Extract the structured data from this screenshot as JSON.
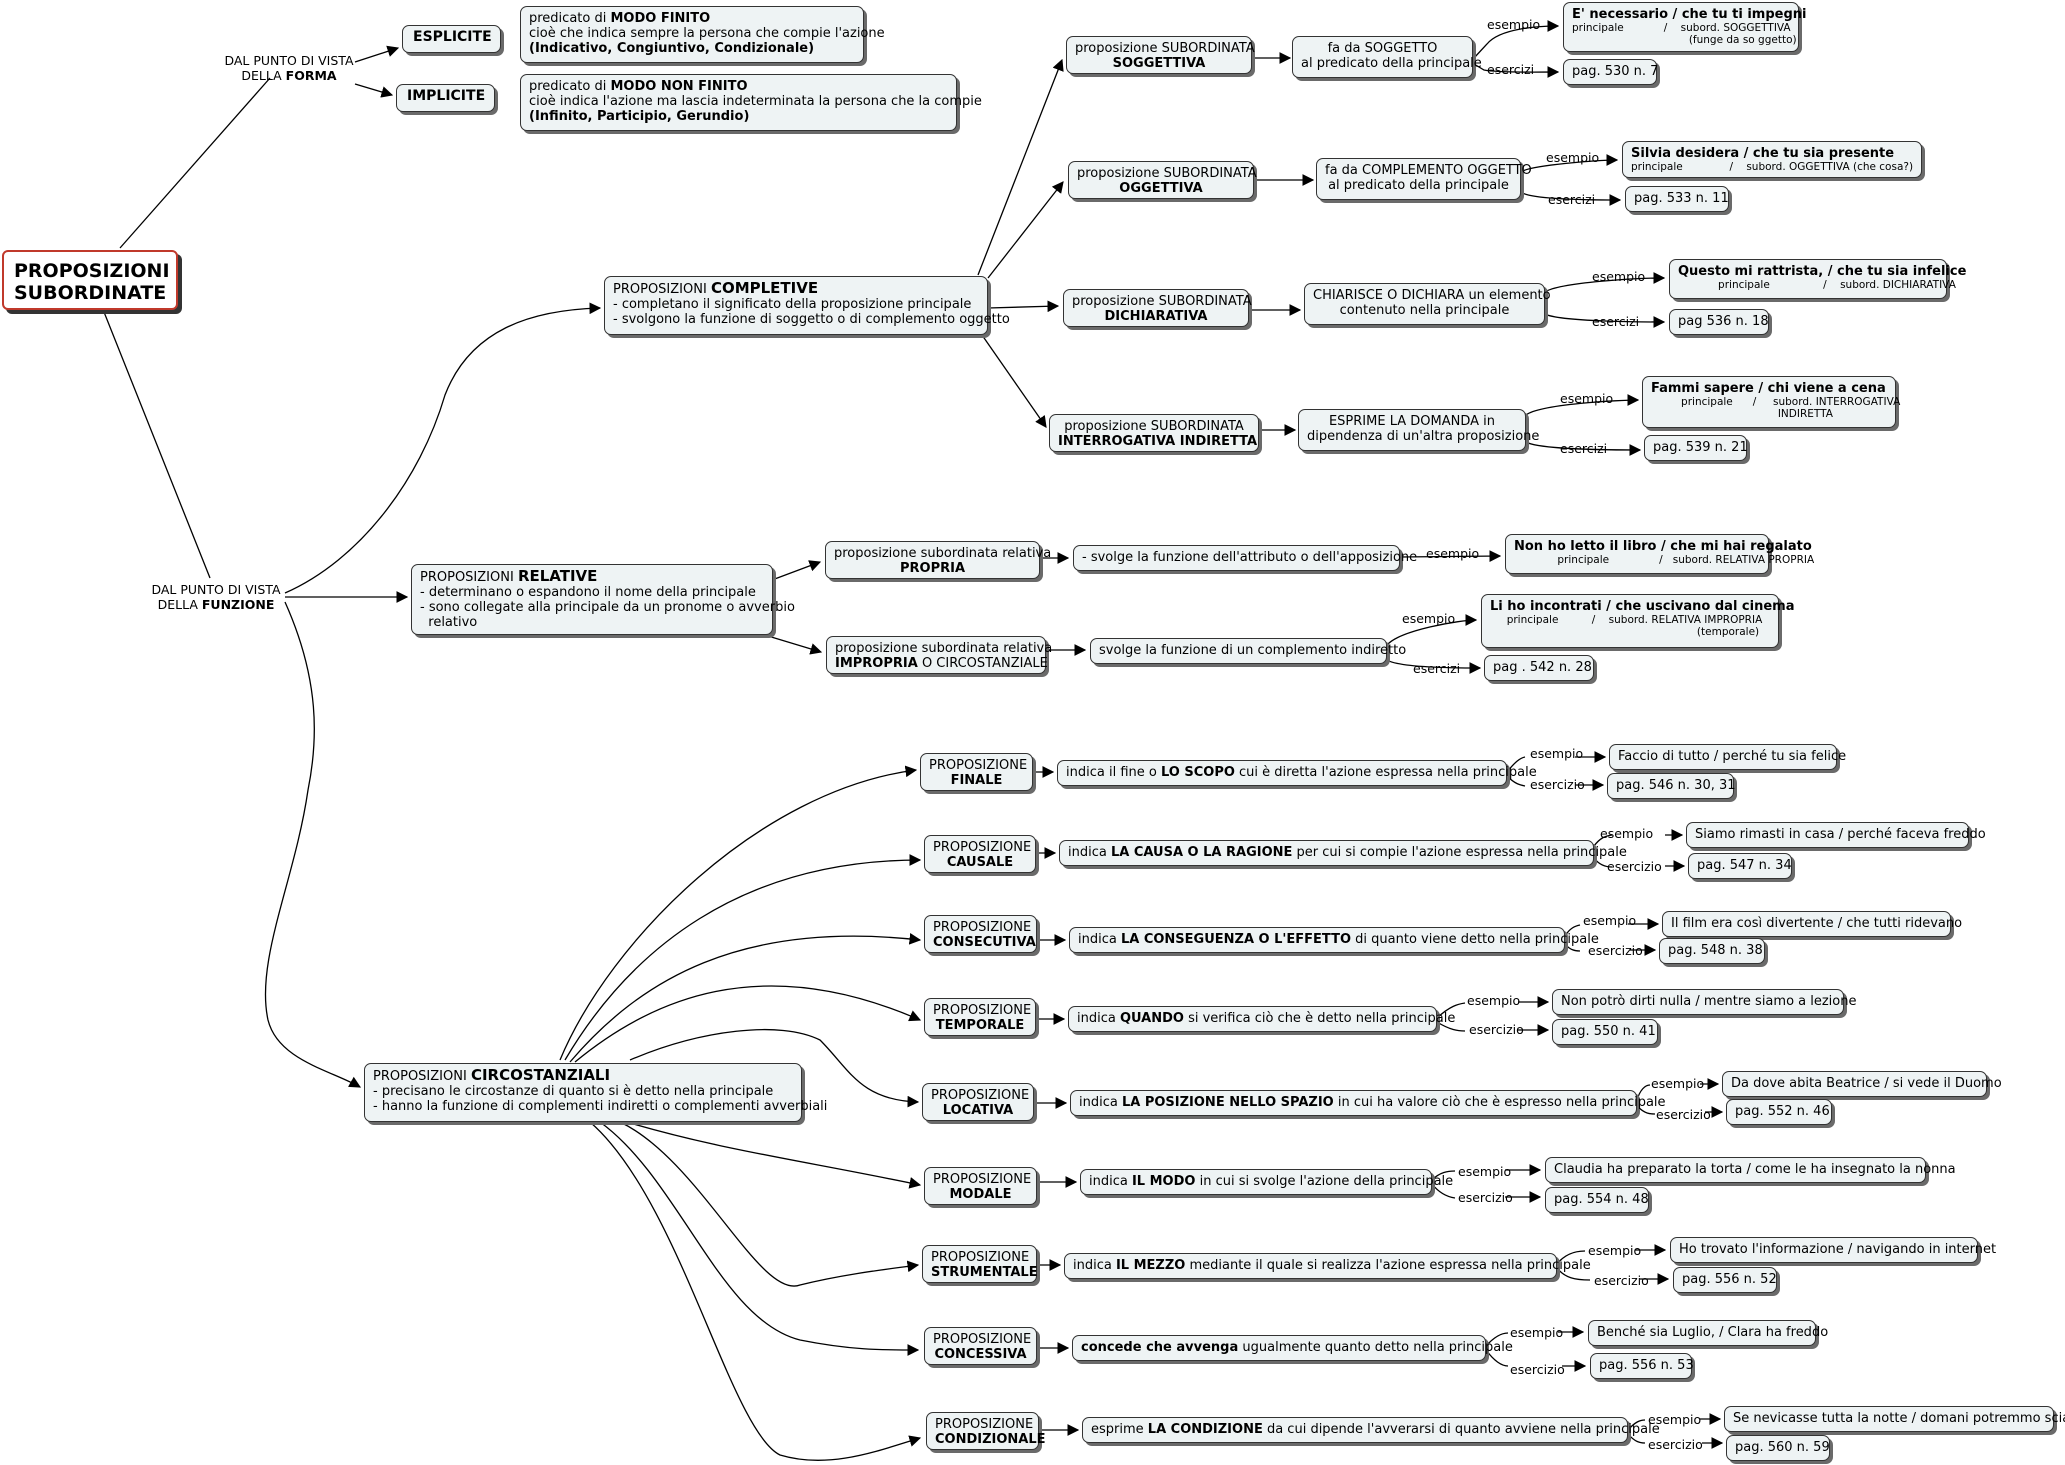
{
  "root": {
    "line1": "PROPOSIZIONI",
    "line2": "SUBORDINATE"
  },
  "forma": {
    "label_a": "DAL PUNTO DI VISTA",
    "label_b": "DELLA ",
    "label_bold": "FORMA",
    "esplicite": "ESPLICITE",
    "implicite": "IMPLICITE",
    "esplicite_desc": {
      "l1a": "predicato di ",
      "l1b": "MODO FINITO",
      "l2": "cioè che indica sempre la persona che compie l'azione",
      "l3": "(Indicativo, Congiuntivo, Condizionale)"
    },
    "implicite_desc": {
      "l1a": "predicato di ",
      "l1b": "MODO NON FINITO",
      "l2": "cioè indica l'azione ma lascia indeterminata la persona che la compie",
      "l3": "(Infinito, Participio, Gerundio)"
    }
  },
  "funzione": {
    "label_a": "DAL PUNTO DI VISTA",
    "label_b": "DELLA ",
    "label_bold": "FUNZIONE"
  },
  "labels": {
    "esempio": "esempio",
    "esercizi": "esercizi",
    "esercizio": "esercizio"
  },
  "completive": {
    "title_a": "PROPOSIZIONI ",
    "title_b": "COMPLETIVE",
    "d1": "- completano il significato della proposizione principale",
    "d2": "- svolgono la funzione di soggetto o di complemento oggetto",
    "items": [
      {
        "t1": "proposizione SUBORDINATA",
        "t2": "SOGGETTIVA",
        "desc1": "fa da SOGGETTO",
        "desc2": "al predicato della principale",
        "ex": "E' necessario / che tu ti impegni",
        "ex_sub": "principale            /    subord. SOGGETTIVA\n                                   (funge da so ggetto)",
        "page": "pag. 530 n. 7"
      },
      {
        "t1": "proposizione SUBORDINATA",
        "t2": "OGGETTIVA",
        "desc1": "fa da COMPLEMENTO OGGETTO",
        "desc2": "al predicato della principale",
        "ex": "Silvia desidera / che tu sia presente",
        "ex_sub": "principale              /    subord. OGGETTIVA (che cosa?)",
        "page": "pag. 533 n. 11"
      },
      {
        "t1": "proposizione SUBORDINATA",
        "t2": "DICHIARATIVA",
        "desc1": "CHIARISCE O DICHIARA un elemento",
        "desc2": "contenuto nella principale",
        "ex": "Questo mi rattrista, / che tu sia infelice",
        "ex_sub": "            principale                /    subord. DICHIARATIVA",
        "page": "pag 536 n. 18"
      },
      {
        "t1": "proposizione SUBORDINATA",
        "t2": "INTERROGATIVA INDIRETTA",
        "desc1": "ESPRIME LA DOMANDA in",
        "desc2": "dipendenza di un'altra proposizione",
        "ex": "Fammi sapere / chi viene a cena",
        "ex_sub": "         principale      /     subord. INTERROGATIVA\n                                      INDIRETTA",
        "page": "pag. 539 n. 21"
      }
    ]
  },
  "relative": {
    "title_a": "PROPOSIZIONI ",
    "title_b": "RELATIVE",
    "d1": "- determinano o espandono il nome della principale",
    "d2": "- sono collegate alla principale da un pronome o avverbio",
    "d3": "  relativo",
    "propria": {
      "t1": "proposizione subordinata relativa",
      "t2": "PROPRIA",
      "desc": "- svolge la funzione dell'attributo o dell'apposizione",
      "ex": "Non ho letto il libro / che mi hai regalato",
      "ex_sub": "             principale               /   subord. RELATIVA PROPRIA"
    },
    "impropria": {
      "t1": "proposizione subordinata relativa",
      "t2a": "IMPROPRIA",
      "t2b": " O CIRCOSTANZIALE",
      "desc": "svolge la funzione di un complemento indiretto",
      "ex": "Li ho incontrati / che uscivano dal cinema",
      "ex_sub": "     principale          /    subord. RELATIVA IMPROPRIA\n                                                              (temporale)",
      "page": "pag . 542 n. 28"
    }
  },
  "circostanziali": {
    "title_a": "PROPOSIZIONI ",
    "title_b": "CIRCOSTANZIALI",
    "d1": "- precisano le circostanze di quanto si è detto nella principale",
    "d2": "- hanno la funzione di complementi indiretti o complementi avverbiali",
    "items": [
      {
        "t1": "PROPOSIZIONE",
        "t2": "FINALE",
        "da": "indica il fine o ",
        "db": "LO SCOPO",
        "dc": " cui è diretta l'azione espressa nella principale",
        "ex": "Faccio di tutto / perché tu sia felice",
        "page": "pag. 546 n. 30, 31"
      },
      {
        "t1": "PROPOSIZIONE",
        "t2": "CAUSALE",
        "da": "indica ",
        "db": "LA CAUSA O LA RAGIONE",
        "dc": " per cui si compie l'azione espressa nella principale",
        "ex": "Siamo rimasti in casa / perché faceva freddo",
        "page": "pag. 547 n. 34"
      },
      {
        "t1": "PROPOSIZIONE",
        "t2": "CONSECUTIVA",
        "da": "indica ",
        "db": "LA CONSEGUENZA O L'EFFETTO",
        "dc": " di quanto viene detto nella principale",
        "ex": "Il film era così divertente / che tutti ridevano",
        "page": "pag. 548 n. 38"
      },
      {
        "t1": "PROPOSIZIONE",
        "t2": "TEMPORALE",
        "da": "indica ",
        "db": "QUANDO",
        "dc": " si verifica ciò che è detto nella principale",
        "ex": "Non potrò dirti nulla / mentre siamo a lezione",
        "page": "pag. 550 n. 41"
      },
      {
        "t1": "PROPOSIZIONE",
        "t2": "LOCATIVA",
        "da": "indica ",
        "db": "LA POSIZIONE NELLO SPAZIO",
        "dc": " in cui ha valore ciò che è espresso nella principale",
        "ex": "Da dove abita Beatrice / si vede il Duomo",
        "page": "pag. 552 n. 46"
      },
      {
        "t1": "PROPOSIZIONE",
        "t2": "MODALE",
        "da": "indica ",
        "db": "IL MODO",
        "dc": " in cui si svolge l'azione della principale",
        "ex": "Claudia ha preparato la torta / come le ha insegnato la nonna",
        "page": "pag. 554 n. 48"
      },
      {
        "t1": "PROPOSIZIONE",
        "t2": "STRUMENTALE",
        "da": "indica ",
        "db": "IL MEZZO",
        "dc": " mediante il quale si realizza l'azione espressa nella principale",
        "ex": "Ho trovato l'informazione / navigando in internet",
        "page": "pag. 556 n. 52"
      },
      {
        "t1": "PROPOSIZIONE",
        "t2": "CONCESSIVA",
        "da": "",
        "db": "concede che avvenga",
        "dc": " ugualmente quanto detto nella principale",
        "ex": "Benché sia Luglio, / Clara ha freddo",
        "page": "pag. 556 n. 53"
      },
      {
        "t1": "PROPOSIZIONE",
        "t2": "CONDIZIONALE",
        "da": "esprime ",
        "db": "LA CONDIZIONE",
        "dc": " da cui dipende l'avverarsi di quanto avviene nella principale",
        "ex": "Se nevicasse tutta la notte / domani potremmo sciare",
        "page": "pag. 560 n. 59"
      }
    ]
  }
}
